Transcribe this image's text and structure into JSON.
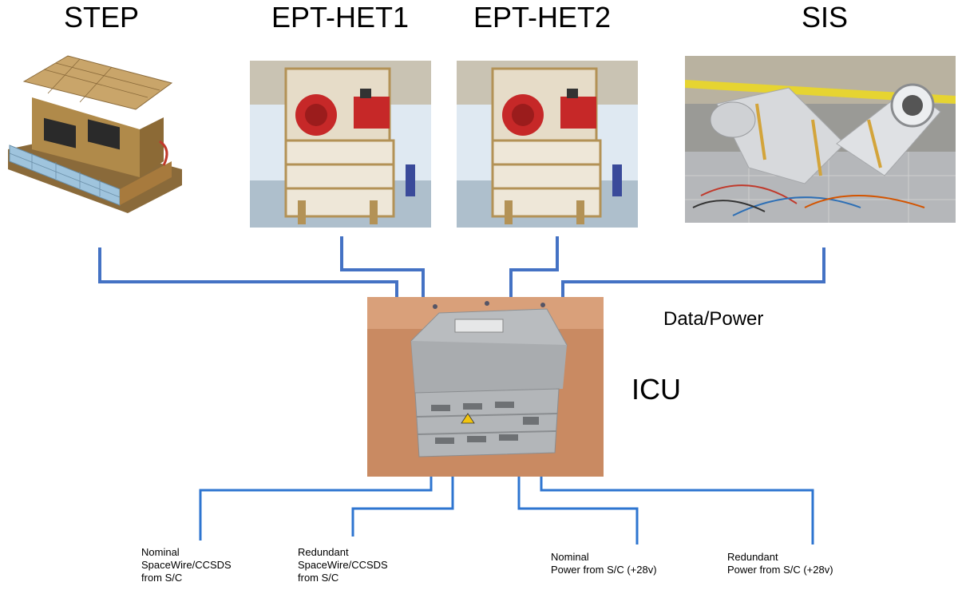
{
  "instruments": {
    "step": "STEP",
    "het1": "EPT-HET1",
    "het2": "EPT-HET2",
    "sis": "SIS"
  },
  "icu": {
    "label": "ICU",
    "link_label": "Data/Power"
  },
  "interfaces": {
    "nominal_spw": {
      "line1": "Nominal",
      "line2": "SpaceWire/CCSDS",
      "line3": "from S/C"
    },
    "redundant_spw": {
      "line1": "Redundant",
      "line2": "SpaceWire/CCSDS",
      "line3": "from S/C"
    },
    "nominal_pwr": {
      "line1": "Nominal",
      "line2": "Power from S/C (+28v)"
    },
    "redundant_pwr": {
      "line1": "Redundant",
      "line2": "Power from S/C (+28v)"
    }
  },
  "colors": {
    "data_power_line": "#4472C4",
    "sc_interface_line": "#2E75D0"
  }
}
